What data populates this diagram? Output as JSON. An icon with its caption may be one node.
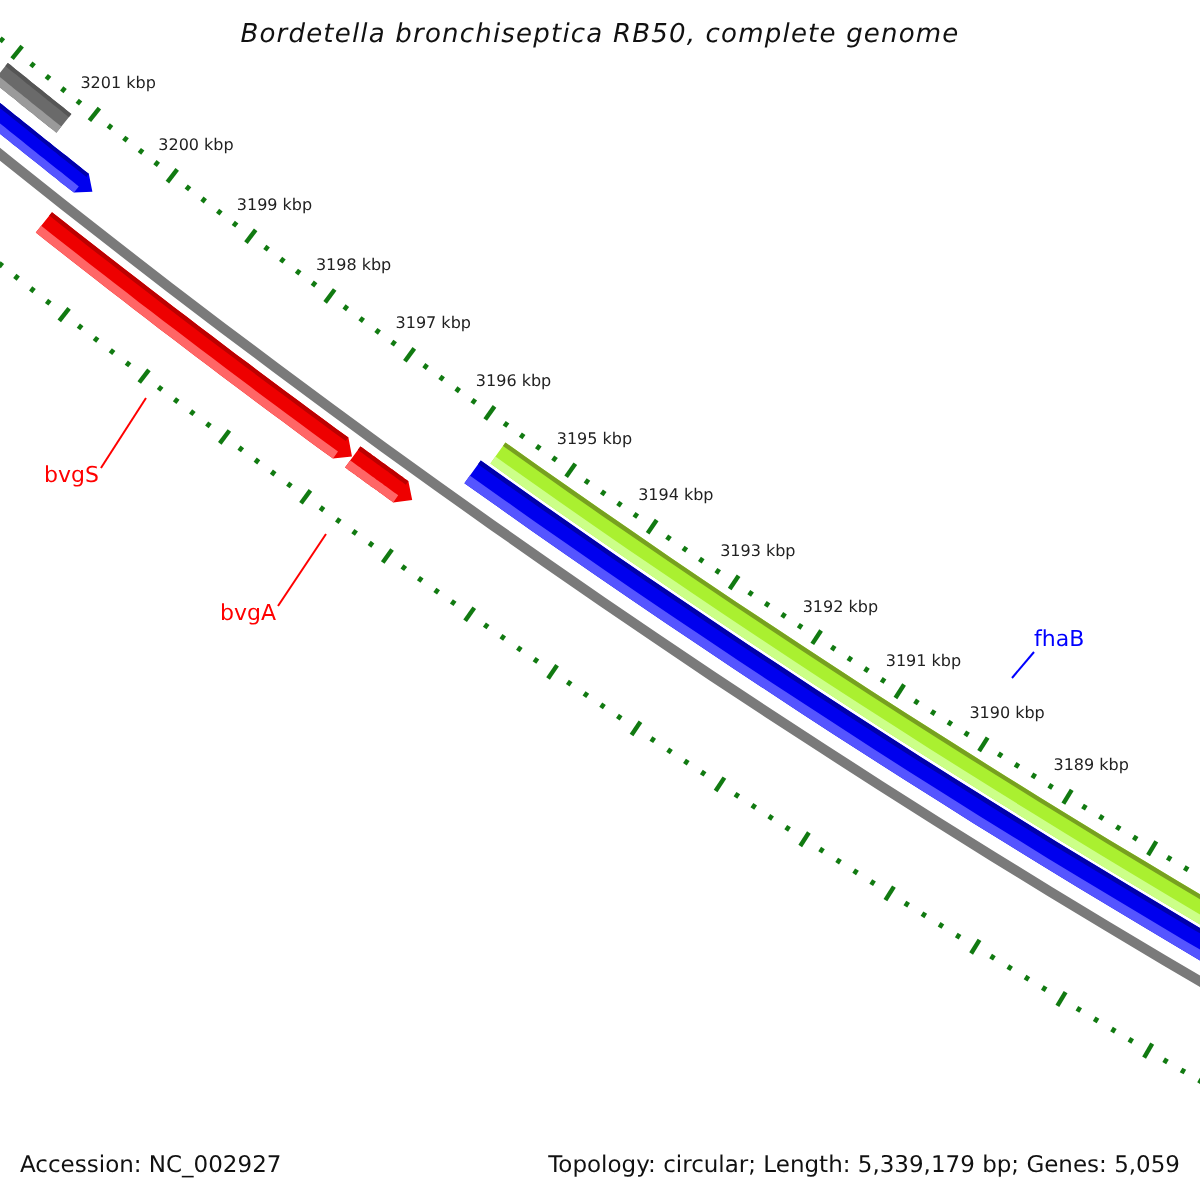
{
  "diagram": {
    "title": "Bordetella bronchiseptica RB50, complete genome",
    "nodes": [
      {
        "text": [
          "bvgS"
        ]
      },
      {
        "text": [
          "bvgA"
        ]
      },
      {
        "text": [
          "fhaB"
        ]
      }
    ],
    "edges": [
      {
        "from": 0,
        "to": null,
        "arrow": "none"
      },
      {
        "from": 1,
        "to": null,
        "arrow": "none"
      },
      {
        "from": 2,
        "to": null,
        "arrow": "none",
        "color": "#0000ff"
      }
    ],
    "labels": [
      "3201 kbp",
      "3200 kbp",
      "3199 kbp",
      "3198 kbp",
      "3197 kbp",
      "3196 kbp",
      "3195 kbp",
      "3194 kbp",
      "3193 kbp",
      "3192 kbp",
      "3191 kbp",
      "3190 kbp",
      "3189 kbp",
      "Accession: NC_002927",
      "Topology: circular; Length: 5,339,179 bp; Genes: 5,059"
    ]
  }
}
